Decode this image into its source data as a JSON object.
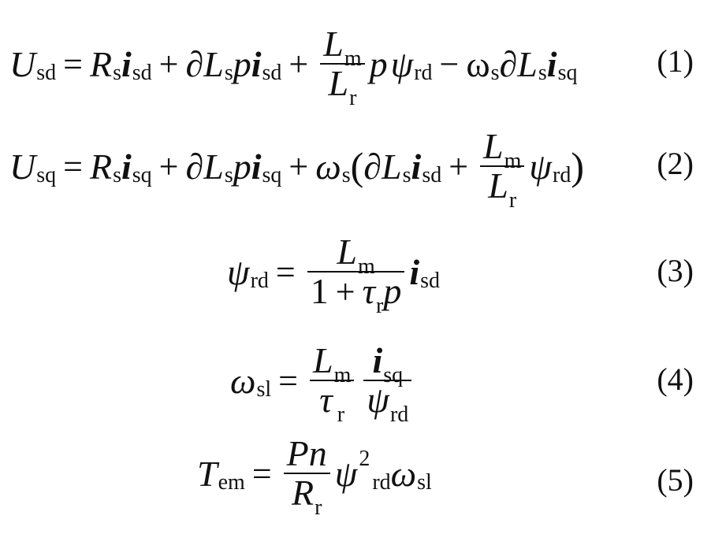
{
  "equations": {
    "eq1": {
      "number": "(1)",
      "U": "U",
      "sd": "sd",
      "eq": "=",
      "R": "R",
      "s": "s",
      "i": "i",
      "plus": "+",
      "partial": "∂",
      "L": "L",
      "p": "p",
      "Lm_L": "L",
      "m": "m",
      "Lr_L": "L",
      "r": "r",
      "psi": "ψ",
      "rd": "rd",
      "minus": "−",
      "omega": "ω",
      "sq": "sq"
    },
    "eq2": {
      "number": "(2)",
      "U": "U",
      "sq": "sq",
      "eq": "=",
      "R": "R",
      "s": "s",
      "i": "i",
      "plus": "+",
      "partial": "∂",
      "L": "L",
      "p": "p",
      "omega": "ω",
      "lparen": "(",
      "rparen": ")",
      "sd": "sd",
      "m": "m",
      "r": "r",
      "psi": "ψ",
      "rd": "rd"
    },
    "eq3": {
      "number": "(3)",
      "psi": "ψ",
      "rd": "rd",
      "eq": "=",
      "L": "L",
      "m": "m",
      "one": "1",
      "plus": "+",
      "tau": "τ",
      "r": "r",
      "p": "p",
      "i": "i",
      "sd": "sd"
    },
    "eq4": {
      "number": "(4)",
      "omega": "ω",
      "sl": "sl",
      "eq": "=",
      "L": "L",
      "m": "m",
      "tau": "τ",
      "r": "r",
      "i": "i",
      "sq": "sq",
      "psi": "ψ",
      "rd": "rd"
    },
    "eq5": {
      "number": "(5)",
      "T": "T",
      "em": "em",
      "eq": "=",
      "Pn": "Pn",
      "R": "R",
      "r": "r",
      "psi": "ψ",
      "two": "2",
      "rd": "rd",
      "omega": "ω",
      "sl": "sl"
    }
  }
}
